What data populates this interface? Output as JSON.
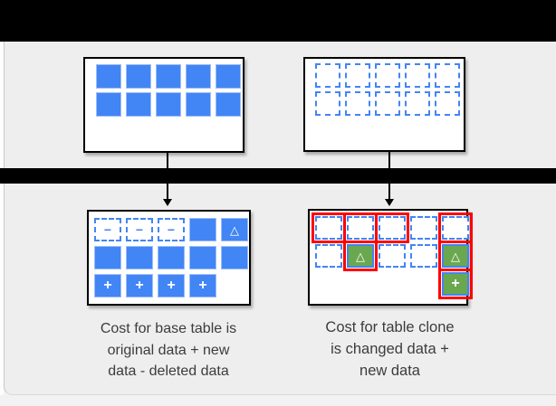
{
  "colors": {
    "blue": "#4285F4",
    "blue_light": "#9DBDF9",
    "green": "#6AA84F",
    "red": "#FF0000",
    "bar": "#000000",
    "card_bg": "#EEEEEE",
    "page_bg": "#F2F2F2",
    "box_bg": "#FFFFFF",
    "box_border": "#000000",
    "text": "#3C3C3C"
  },
  "symbols": {
    "minus": "−",
    "triangle": "△",
    "plus": "+"
  },
  "boxes": [
    {
      "name": "base-table-original",
      "cells": [
        [
          "solid",
          "solid",
          "solid",
          "solid",
          "solid"
        ],
        [
          "solid",
          "solid",
          "solid",
          "solid",
          "solid"
        ]
      ]
    },
    {
      "name": "table-clone-initial",
      "cells": [
        [
          "dashed",
          "dashed",
          "dashed",
          "dashed",
          "dashed"
        ],
        [
          "dashed",
          "dashed",
          "dashed",
          "dashed",
          "dashed"
        ]
      ]
    },
    {
      "name": "base-table-after-changes",
      "cells": [
        [
          "dashed-minus",
          "dashed-minus",
          "dashed-minus",
          "solid",
          "solid-triangle"
        ],
        [
          "solid",
          "solid",
          "solid",
          "solid",
          "solid"
        ],
        [
          "solid-plus",
          "solid-plus",
          "solid-plus",
          "solid-plus",
          "empty"
        ]
      ]
    },
    {
      "name": "table-clone-after-changes",
      "cells": [
        [
          "dashed-red",
          "dashed-red",
          "dashed-red",
          "dashed",
          "dashed-red"
        ],
        [
          "dashed",
          "green-triangle-red",
          "dashed",
          "dashed",
          "green-triangle-red"
        ],
        [
          "empty",
          "empty",
          "empty",
          "empty",
          "green-plus-red"
        ]
      ]
    }
  ],
  "captions": {
    "base_table": "Cost for base table is\noriginal data + new\ndata - deleted data",
    "table_clone": "Cost for table clone\nis changed data +\nnew data"
  }
}
